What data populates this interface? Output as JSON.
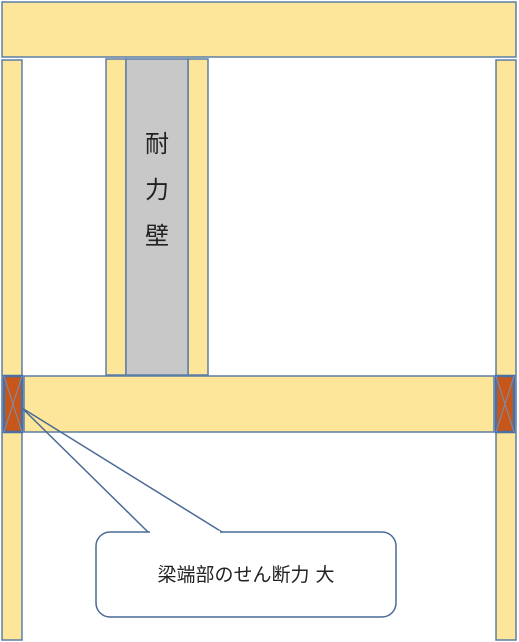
{
  "diagram": {
    "wall_label_chars": [
      "耐",
      "力",
      "壁"
    ],
    "callout_text": "梁端部のせん断力 大"
  },
  "colors": {
    "timber_fill": "#fde599",
    "timber_stroke": "#5b7ea6",
    "wall_fill": "#c8c8c8",
    "joint_fill": "#c6561a",
    "joint_stroke": "#4a6fa5",
    "callout_stroke": "#4a6a94"
  }
}
